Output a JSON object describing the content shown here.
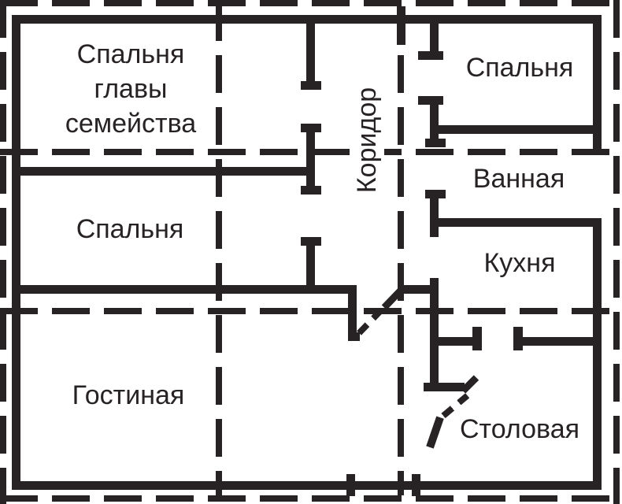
{
  "diagram_type": "apartment-floor-plan",
  "colors": {
    "ink": "#272324",
    "background": "#ffffff"
  },
  "rooms": {
    "master_bedroom": {
      "line1": "Спальня",
      "line2": "главы",
      "line3": "семейства"
    },
    "bedroom_left": {
      "label": "Спальня"
    },
    "living_room": {
      "label": "Гостиная"
    },
    "corridor": {
      "label": "Коридор"
    },
    "bedroom_right": {
      "label": "Спальня"
    },
    "bathroom": {
      "label": "Ванная"
    },
    "kitchen": {
      "label": "Кухня"
    },
    "dining_room": {
      "label": "Столовая"
    }
  }
}
